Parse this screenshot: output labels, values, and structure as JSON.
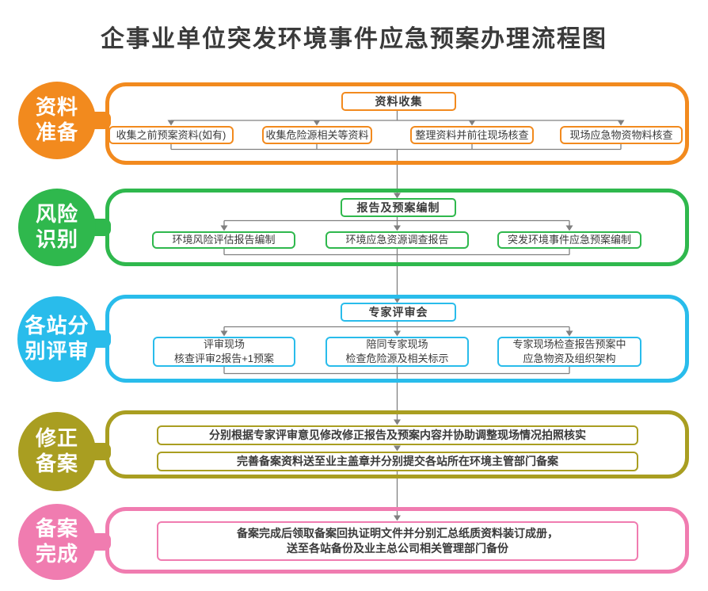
{
  "title": "企事业单位突发环境事件应急预案办理流程图",
  "connector_color": "#808080",
  "stages": [
    {
      "label_line1": "资料",
      "label_line2": "准备",
      "color": "#F28A1E",
      "header": "资料收集",
      "boxes": [
        {
          "line1": "收集之前预案资料(如有)"
        },
        {
          "line1": "收集危险源相关等资料"
        },
        {
          "line1": "整理资料并前往现场核查"
        },
        {
          "line1": "现场应急物资物料核查"
        }
      ]
    },
    {
      "label_line1": "风险",
      "label_line2": "识别",
      "color": "#2FB84D",
      "header": "报告及预案编制",
      "boxes": [
        {
          "line1": "环境风险评估报告编制"
        },
        {
          "line1": "环境应急资源调查报告"
        },
        {
          "line1": "突发环境事件应急预案编制"
        }
      ]
    },
    {
      "label_line1": "各站分",
      "label_line2": "别评审",
      "color": "#29BCEB",
      "header": "专家评审会",
      "boxes": [
        {
          "line1": "评审现场",
          "line2": "核查评审2报告+1预案"
        },
        {
          "line1": "陪同专家现场",
          "line2": "检查危险源及相关标示"
        },
        {
          "line1": "专家现场检查报告预案中",
          "line2": "应急物资及组织架构"
        }
      ]
    },
    {
      "label_line1": "修正",
      "label_line2": "备案",
      "color": "#A99E21",
      "boxes": [
        {
          "line1": "分别根据专家评审意见修改修正报告及预案内容并协助调整现场情况拍照核实"
        },
        {
          "line1": "完善备案资料送至业主盖章并分别提交各站所在环境主管部门备案"
        }
      ]
    },
    {
      "label_line1": "备案",
      "label_line2": "完成",
      "color": "#F07CB0",
      "boxes": [
        {
          "line1": "备案完成后领取备案回执证明文件并分别汇总纸质资料装订成册，",
          "line2": "送至各站备份及业主总公司相关管理部门备份"
        }
      ]
    }
  ]
}
